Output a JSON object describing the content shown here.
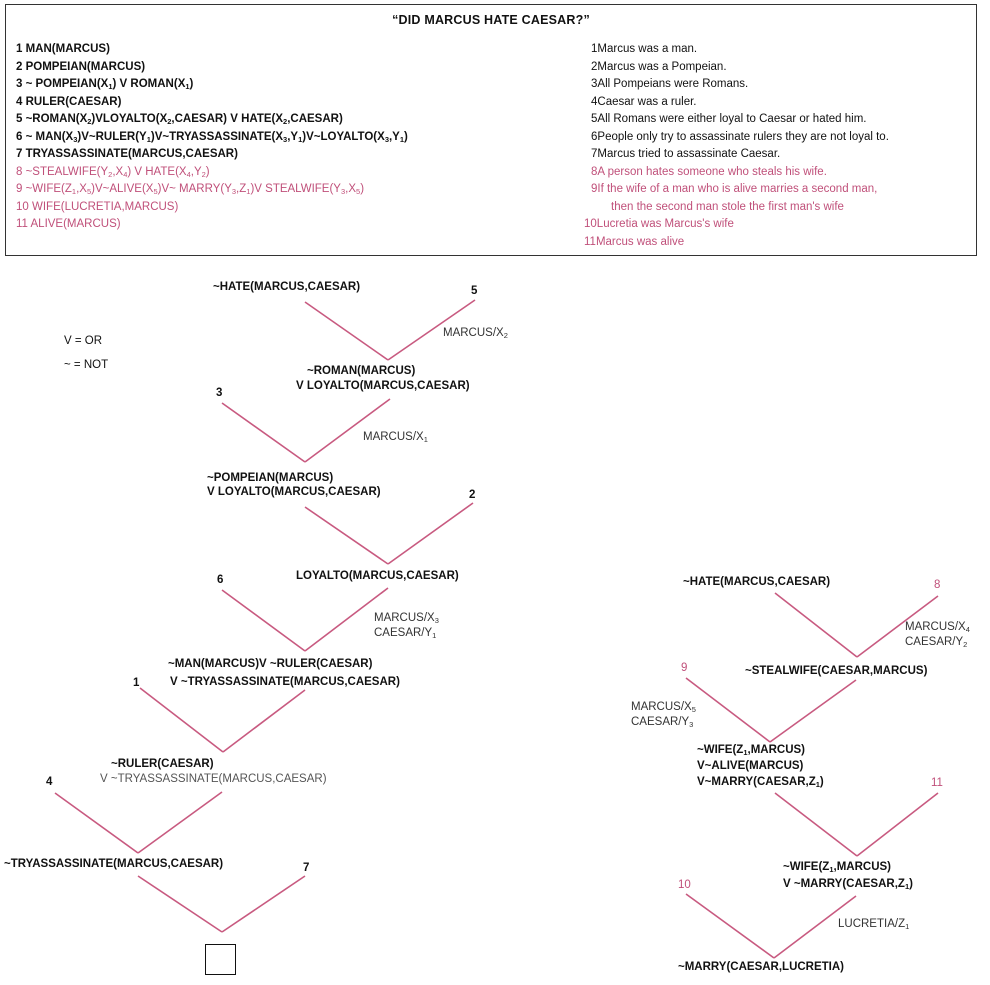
{
  "title": "“DID MARCUS HATE CAESAR?”",
  "axioms": [
    {
      "n": "1",
      "html": "MAN(MARCUS)",
      "color": "black"
    },
    {
      "n": "2",
      "html": "POMPEIAN(MARCUS)",
      "color": "black"
    },
    {
      "n": "3",
      "html": "~ POMPEIAN(X<sub>1</sub>) V ROMAN(X<sub>1</sub>)",
      "color": "black"
    },
    {
      "n": "4",
      "html": "RULER(CAESAR)",
      "color": "black"
    },
    {
      "n": "5",
      "html": "~ROMAN(X<sub>2</sub>)VLOYALTO(X<sub>2</sub>,CAESAR) V HATE(X<sub>2</sub>,CAESAR)",
      "color": "black"
    },
    {
      "n": "6",
      "html": "~ MAN(X<sub>3</sub>)V~RULER(Y<sub>1</sub>)V~TRYASSASSINATE(X<sub>3</sub>,Y<sub>1</sub>)V~LOYALTO(X<sub>3</sub>,Y<sub>1</sub>)",
      "color": "black"
    },
    {
      "n": "7",
      "html": "TRYASSASSINATE(MARCUS,CAESAR)",
      "color": "black"
    },
    {
      "n": "8",
      "html": "~STEALWIFE(Y<sub>2</sub>,X<sub>4</sub>) V HATE(X<sub>4</sub>,Y<sub>2</sub>)",
      "color": "pink"
    },
    {
      "n": "9",
      "html": "~WIFE(Z<sub>1</sub>,X<sub>5</sub>)V~ALIVE(X<sub>5</sub>)V~ MARRY(Y<sub>3</sub>,Z<sub>1</sub>)V STEALWIFE(Y<sub>3</sub>,X<sub>5</sub>)",
      "color": "pink"
    },
    {
      "n": "10",
      "html": "WIFE(LUCRETIA,MARCUS)",
      "color": "pink"
    },
    {
      "n": "11",
      "html": "ALIVE(MARCUS)",
      "color": "pink"
    }
  ],
  "english": [
    {
      "n": "1",
      "text": "Marcus was a man.",
      "color": "black"
    },
    {
      "n": "2",
      "text": "Marcus was a Pompeian.",
      "color": "black"
    },
    {
      "n": "3",
      "text": "All Pompeians were Romans.",
      "color": "black"
    },
    {
      "n": "4",
      "text": "Caesar was a ruler.",
      "color": "black"
    },
    {
      "n": "5",
      "text": "All Romans were either loyal to Caesar or hated him.",
      "color": "black"
    },
    {
      "n": "6",
      "text": "People only try to assassinate rulers they are not loyal to.",
      "color": "black"
    },
    {
      "n": "7",
      "text": "Marcus tried to assassinate Caesar.",
      "color": "black"
    },
    {
      "n": "8",
      "text": "A person hates someone who steals his wife.",
      "color": "pink"
    },
    {
      "n": "9",
      "text": "If the wife of a man who is alive marries a second man,",
      "color": "pink"
    },
    {
      "n": "",
      "text": "then the second man stole the first man's wife",
      "color": "pink"
    },
    {
      "n": "10",
      "text": "Lucretia was Marcus's wife",
      "color": "pink"
    },
    {
      "n": "11",
      "text": "Marcus was alive",
      "color": "pink"
    }
  ],
  "legend": {
    "or": "V = OR",
    "not": "~ = NOT"
  },
  "left_tree": {
    "g1": "~HATE(MARCUS,CAESAR)",
    "g2a": "~ROMAN(MARCUS)",
    "g2b": "V LOYALTO(MARCUS,CAESAR)",
    "g3a": "~POMPEIAN(MARCUS)",
    "g3b": "V LOYALTO(MARCUS,CAESAR)",
    "g4": "LOYALTO(MARCUS,CAESAR)",
    "g5a": "~MAN(MARCUS)V ~RULER(CAESAR)",
    "g5b": "V ~TRYASSASSINATE(MARCUS,CAESAR)",
    "g6a": "~RULER(CAESAR)",
    "g6b": "V ~TRYASSASSINATE(MARCUS,CAESAR)",
    "g7": "~TRYASSASSINATE(MARCUS,CAESAR)",
    "n5": "5",
    "n3": "3",
    "n2": "2",
    "n6": "6",
    "n1": "1",
    "n4": "4",
    "n7": "7",
    "s1": "MARCUS/X<sub>2</sub>",
    "s2": "MARCUS/X<sub>1</sub>",
    "s3a": "MARCUS/X<sub>3</sub>",
    "s3b": "CAESAR/Y<sub>1</sub>"
  },
  "right_tree": {
    "g1": "~HATE(MARCUS,CAESAR)",
    "g2": "~STEALWIFE(CAESAR,MARCUS)",
    "g3a": "~WIFE(Z<sub>1</sub>,MARCUS)",
    "g3b": "V~ALIVE(MARCUS)",
    "g3c": "V~MARRY(CAESAR,Z<sub>1</sub>)",
    "g4a": "~WIFE(Z<sub>1</sub>,MARCUS)",
    "g4b": "V ~MARRY(CAESAR,Z<sub>1</sub>)",
    "g5": "~MARRY(CAESAR,LUCRETIA)",
    "n8": "8",
    "n9": "9",
    "n11": "11",
    "n10": "10",
    "s1a": "MARCUS/X<sub>4</sub>",
    "s1b": "CAESAR/Y<sub>2</sub>",
    "s2a": "MARCUS/X<sub>5</sub>",
    "s2b": "CAESAR/Y<sub>3</sub>",
    "s3": "LUCRETIA/Z<sub>1</sub>"
  }
}
